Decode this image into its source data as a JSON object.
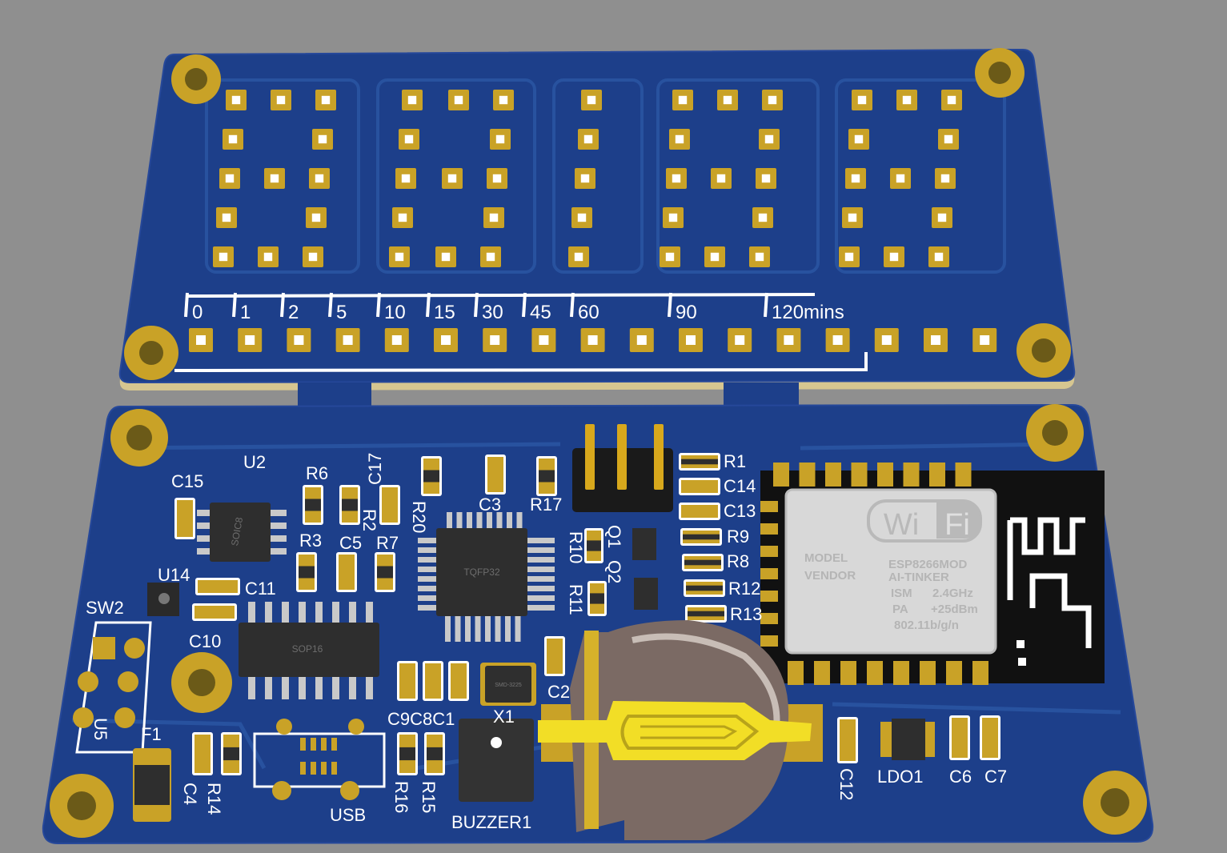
{
  "colors": {
    "background": "#8f8f8f",
    "board": "#1d3f8a",
    "board_edge": "#d6c690",
    "pad_gold": "#c9a227",
    "silkscreen": "#ffffff",
    "chip": "#2e2e2e",
    "module_shield": "#d8d8d8",
    "battery_holder": "#7b6a64",
    "battery_clip": "#f2de26"
  },
  "top_board": {
    "scale": {
      "marks": [
        "0",
        "1",
        "2",
        "5",
        "10",
        "15",
        "30",
        "45",
        "60",
        "90",
        "120mins"
      ]
    }
  },
  "bottom_board": {
    "labels": {
      "u2": "U2",
      "c15": "C15",
      "r6": "R6",
      "c17": "C17",
      "r2": "R2",
      "r20": "R20",
      "c3": "C3",
      "r17": "R17",
      "r3": "R3",
      "c5": "C5",
      "r7": "R7",
      "u14": "U14",
      "c11": "C11",
      "c10": "C10",
      "sw2": "SW2",
      "u5": "U5",
      "f1": "F1",
      "c4": "C4",
      "r14": "R14",
      "usb": "USB",
      "r16": "R16",
      "r15": "R15",
      "buzzer1": "BUZZER1",
      "c9c8c1": "C9C8C1",
      "x1": "X1",
      "c2": "C2",
      "r10": "R10",
      "q1": "Q1",
      "q2": "Q2",
      "r11": "R11",
      "r1": "R1",
      "c14": "C14",
      "c13": "C13",
      "r9": "R9",
      "r8": "R8",
      "r12": "R12",
      "r13": "R13",
      "c12": "C12",
      "ldo1": "LDO1",
      "c6": "C6",
      "c7": "C7"
    },
    "chip_labels": {
      "soic8": "SOIC8",
      "sop16": "SOP16",
      "tqfp32": "TQFP32",
      "crystal": "SMD-3225"
    },
    "wifi_module": {
      "logo_left": "Wi",
      "logo_right": "Fi",
      "model_key": "MODEL",
      "vendor_key": "VENDOR",
      "model": "ESP8266MOD",
      "vendor": "AI-TINKER",
      "ism_key": "ISM",
      "ism_val": "2.4GHz",
      "pa_key": "PA",
      "pa_val": "+25dBm",
      "standard": "802.11b/g/n"
    }
  }
}
